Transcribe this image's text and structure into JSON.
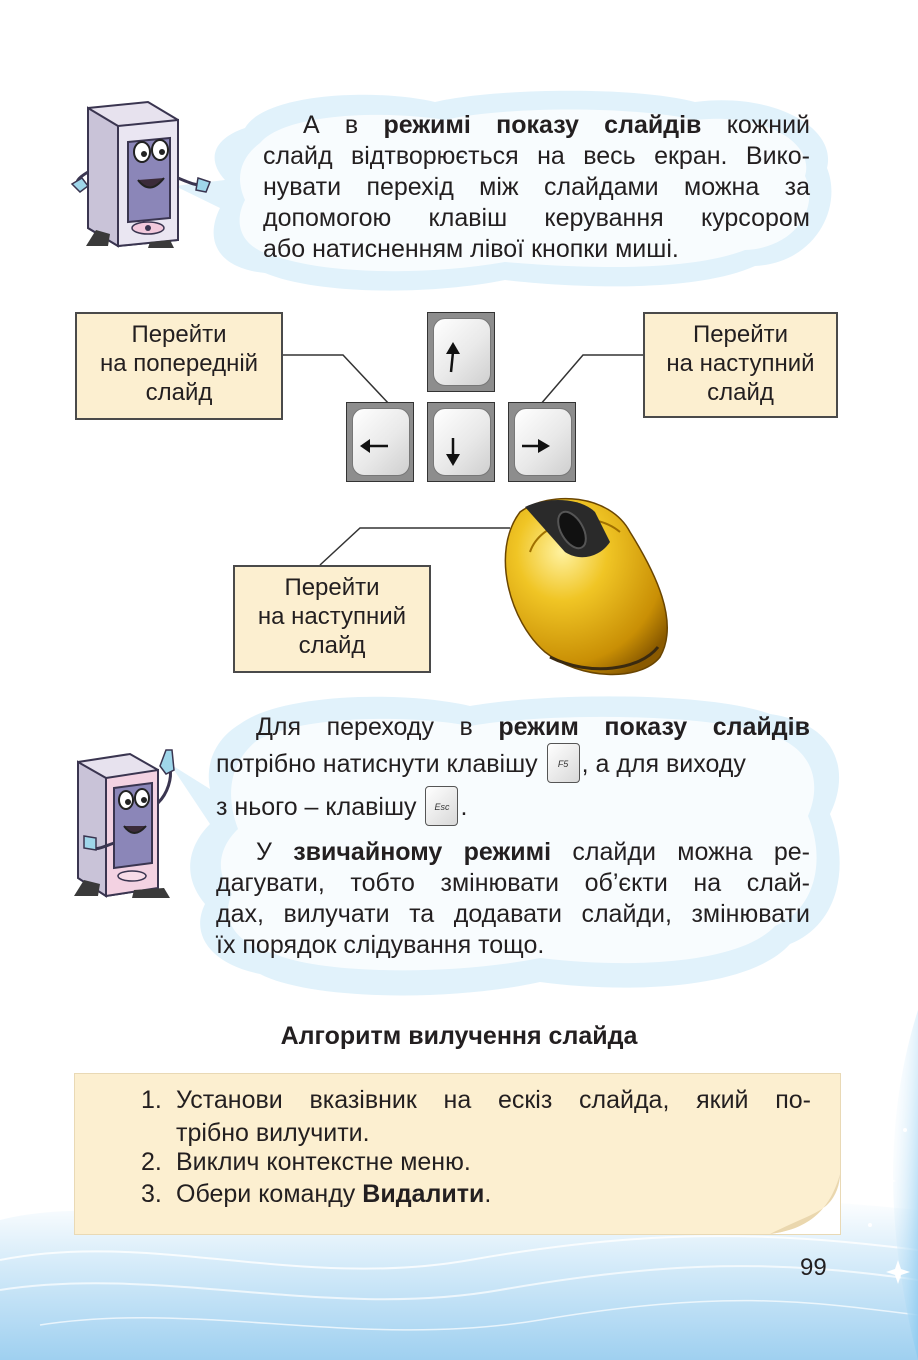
{
  "top_bubble": {
    "lines": [
      {
        "parts": [
          {
            "t": "А в ",
            "b": false
          },
          {
            "t": "режимі показу слайдів",
            "b": true
          },
          {
            "t": " кожний",
            "b": false
          }
        ]
      },
      {
        "parts": [
          {
            "t": "слайд відтворюється на весь екран. Вико-",
            "b": false
          }
        ]
      },
      {
        "parts": [
          {
            "t": "нувати перехід між слайдами можна за",
            "b": false
          }
        ]
      },
      {
        "parts": [
          {
            "t": "допомогою клавіш керування курсором",
            "b": false
          }
        ]
      },
      {
        "parts": [
          {
            "t": "або натисненням лівої кнопки миші.",
            "b": false
          }
        ]
      }
    ]
  },
  "captions": {
    "prev": [
      "Перейти",
      "на попередній",
      "слайд"
    ],
    "next": [
      "Перейти",
      "на наступний",
      "слайд"
    ],
    "mouse": [
      "Перейти",
      "на наступний",
      "слайд"
    ]
  },
  "keys": {
    "up": "arrow-up",
    "left": "arrow-left",
    "down": "arrow-down",
    "right": "arrow-right"
  },
  "middle_bubble": {
    "p1_line1_a": "Для переходу в ",
    "p1_line1_b": "режим показу слайдів",
    "p1_line2_a": "потрібно натиснути клавішу ",
    "key_f5": "F5",
    "p1_line2_b": ", а для виходу",
    "p1_line3_a": "з нього – клавішу ",
    "key_esc": "Esc",
    "p1_line3_b": ".",
    "p2_lines": [
      {
        "parts": [
          {
            "t": "У ",
            "b": false
          },
          {
            "t": "звичайному режимі",
            "b": true
          },
          {
            "t": " слайди можна ре-",
            "b": false
          }
        ]
      },
      {
        "parts": [
          {
            "t": "дагувати, тобто змінювати об’єкти на слай-",
            "b": false
          }
        ]
      },
      {
        "parts": [
          {
            "t": "дах, вилучати та додавати слайди, змінювати",
            "b": false
          }
        ]
      },
      {
        "parts": [
          {
            "t": "їх порядок слідування тощо.",
            "b": false
          }
        ]
      }
    ]
  },
  "algorithm": {
    "title": "Алгоритм вилучення слайда",
    "items": [
      {
        "num": "1.",
        "line1": "Установи вказівник на ескіз слайда, який по-",
        "line2": "трібно вилучити."
      },
      {
        "num": "2.",
        "line1": "Виклич контекстне меню.",
        "line2": ""
      },
      {
        "num": "3.",
        "line1_a": "Обери команду ",
        "line1_b": "Видалити",
        "line1_c": "."
      }
    ]
  },
  "page_number": "99",
  "colors": {
    "caption_bg": "#fcefd0",
    "cloud": "#dff1fb",
    "mouse": "#e8b820",
    "character_body": "#8b86b8"
  }
}
